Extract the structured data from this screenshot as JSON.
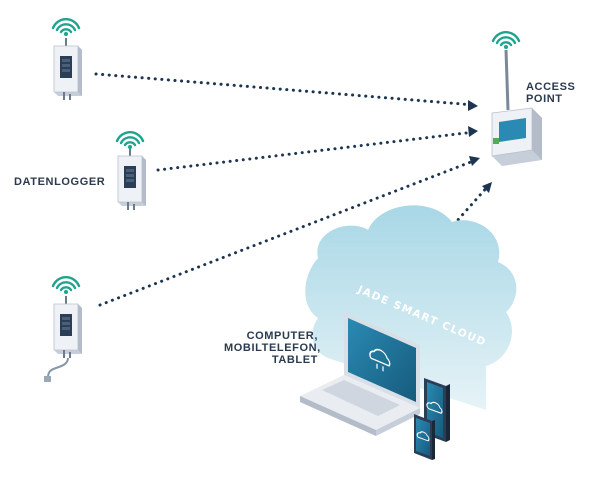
{
  "labels": {
    "datenlogger": "DATENLOGGER",
    "access_point": [
      "ACCESS",
      "POINT"
    ],
    "devices": [
      "COMPUTER,",
      "MOBILTELEFON,",
      "TABLET"
    ],
    "cloud": "JADE SMART CLOUD"
  },
  "colors": {
    "signal": "#1fa38f",
    "dots": "#1d3550",
    "device_body": "#eef1f5",
    "device_side": "#c6ced9",
    "screen": "#2c3e55",
    "cloud_top": "#a8d7e6",
    "cloud_bottom": "#e4f2f6",
    "laptop_screen": "#1e6f95"
  },
  "icons": [
    "wifi-signal-icon",
    "cloud-icon",
    "datalogger-device",
    "access-point-device",
    "laptop-device",
    "phone-device"
  ]
}
